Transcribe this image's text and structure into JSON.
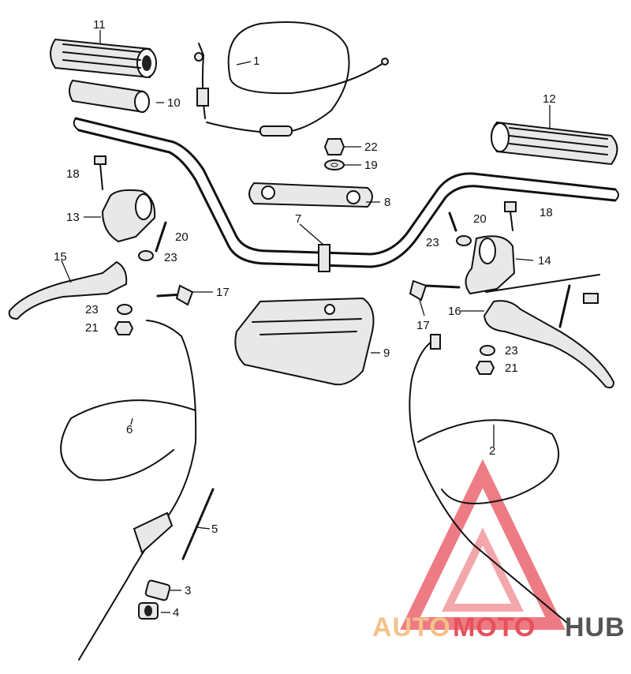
{
  "diagram": {
    "callouts": [
      {
        "id": "c1",
        "label": "1"
      },
      {
        "id": "c2",
        "label": "2"
      },
      {
        "id": "c3",
        "label": "3"
      },
      {
        "id": "c4",
        "label": "4"
      },
      {
        "id": "c5",
        "label": "5"
      },
      {
        "id": "c6",
        "label": "6"
      },
      {
        "id": "c7",
        "label": "7"
      },
      {
        "id": "c8",
        "label": "8"
      },
      {
        "id": "c9",
        "label": "9"
      },
      {
        "id": "c10",
        "label": "10"
      },
      {
        "id": "c11",
        "label": "11"
      },
      {
        "id": "c12",
        "label": "12"
      },
      {
        "id": "c13",
        "label": "13"
      },
      {
        "id": "c14",
        "label": "14"
      },
      {
        "id": "c15",
        "label": "15"
      },
      {
        "id": "c16",
        "label": "16"
      },
      {
        "id": "c17a",
        "label": "17"
      },
      {
        "id": "c17b",
        "label": "17"
      },
      {
        "id": "c18a",
        "label": "18"
      },
      {
        "id": "c18b",
        "label": "18"
      },
      {
        "id": "c19",
        "label": "19"
      },
      {
        "id": "c20a",
        "label": "20"
      },
      {
        "id": "c20b",
        "label": "20"
      },
      {
        "id": "c21a",
        "label": "21"
      },
      {
        "id": "c21b",
        "label": "21"
      },
      {
        "id": "c22",
        "label": "22"
      },
      {
        "id": "c23a",
        "label": "23"
      },
      {
        "id": "c23b",
        "label": "23"
      },
      {
        "id": "c23c",
        "label": "23"
      },
      {
        "id": "c23d",
        "label": "23"
      }
    ]
  },
  "watermark": {
    "part1": "AUTO",
    "part2": "MOTO",
    "part3": "HUB",
    "colors": {
      "light": "#f5c28a",
      "red": "#e8505b",
      "dark": "#555555"
    }
  }
}
